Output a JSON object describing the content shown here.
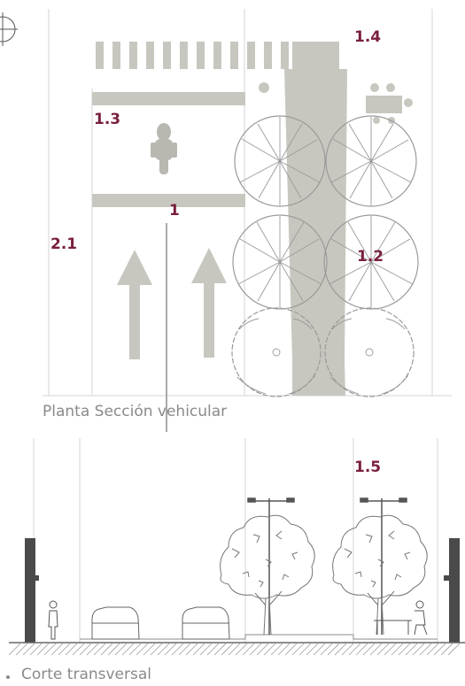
{
  "plan": {
    "caption": "Planta Sección vehicular",
    "callouts": {
      "c1": "1",
      "c1_2": "1.2",
      "c1_3": "1.3",
      "c1_4": "1.4",
      "c2_1": "2.1"
    }
  },
  "section": {
    "caption": "Corte transversal",
    "callouts": {
      "c1_5": "1.5"
    }
  },
  "colors": {
    "accent": "#7a1f3d",
    "road_mark": "#c8c7bf",
    "line": "#d0d0d0",
    "tree": "#9a9a9a",
    "caption": "#8a8a8a",
    "wall": "#4a4a4a"
  }
}
